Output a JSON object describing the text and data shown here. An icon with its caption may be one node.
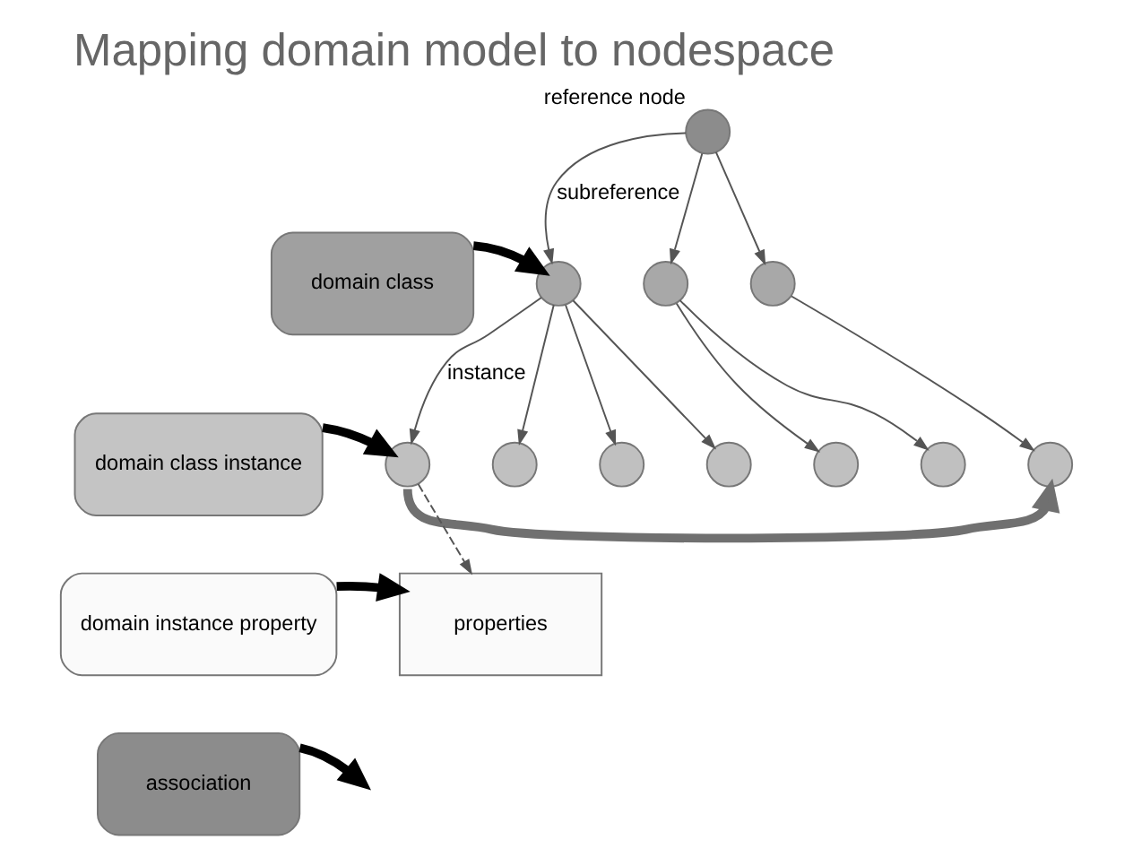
{
  "diagram": {
    "title": "Mapping domain model to nodespace",
    "nodes": [
      {
        "text": [
          "domain class"
        ]
      },
      {
        "text": [
          "domain class instance"
        ]
      },
      {
        "text": [
          "domain instance property"
        ]
      },
      {
        "text": [
          "association"
        ]
      },
      {
        "text": [],
        "shape": "circle",
        "beside": [
          "reference node"
        ]
      },
      {
        "text": [],
        "shape": "circle"
      },
      {
        "text": [],
        "shape": "circle"
      },
      {
        "text": [],
        "shape": "circle"
      },
      {
        "text": [],
        "shape": "circle"
      },
      {
        "text": [],
        "shape": "circle"
      },
      {
        "text": [],
        "shape": "circle"
      },
      {
        "text": [],
        "shape": "circle"
      },
      {
        "text": [],
        "shape": "circle"
      },
      {
        "text": [],
        "shape": "circle"
      },
      {
        "text": [],
        "shape": "circle"
      },
      {
        "text": [
          "properties"
        ]
      }
    ],
    "edges": [
      {
        "from": 4,
        "to": 5,
        "arrow": "to",
        "label": "subreference"
      },
      {
        "from": 4,
        "to": 6,
        "arrow": "to"
      },
      {
        "from": 4,
        "to": 7,
        "arrow": "to"
      },
      {
        "from": 5,
        "to": 8,
        "arrow": "to",
        "label": "instance"
      },
      {
        "from": 5,
        "to": 9,
        "arrow": "to"
      },
      {
        "from": 5,
        "to": 10,
        "arrow": "to"
      },
      {
        "from": 5,
        "to": 11,
        "arrow": "to"
      },
      {
        "from": 6,
        "to": 12,
        "arrow": "to"
      },
      {
        "from": 6,
        "to": 13,
        "arrow": "to"
      },
      {
        "from": 7,
        "to": 14,
        "arrow": "to"
      },
      {
        "from": 8,
        "to": 15,
        "arrow": "to",
        "style": "dashed"
      },
      {
        "from": 8,
        "to": 14,
        "arrow": "to",
        "style": "thick",
        "color": "#707070"
      },
      {
        "from": 0,
        "to": 5,
        "arrow": "to",
        "style": "thick",
        "color": "#000000"
      },
      {
        "from": 1,
        "to": 8,
        "arrow": "to",
        "style": "thick",
        "color": "#000000"
      },
      {
        "from": 2,
        "to": 15,
        "arrow": "to",
        "style": "thick",
        "color": "#000000"
      },
      {
        "from": 3,
        "to": null,
        "arrow": "to",
        "style": "thick",
        "color": "#000000"
      }
    ]
  }
}
